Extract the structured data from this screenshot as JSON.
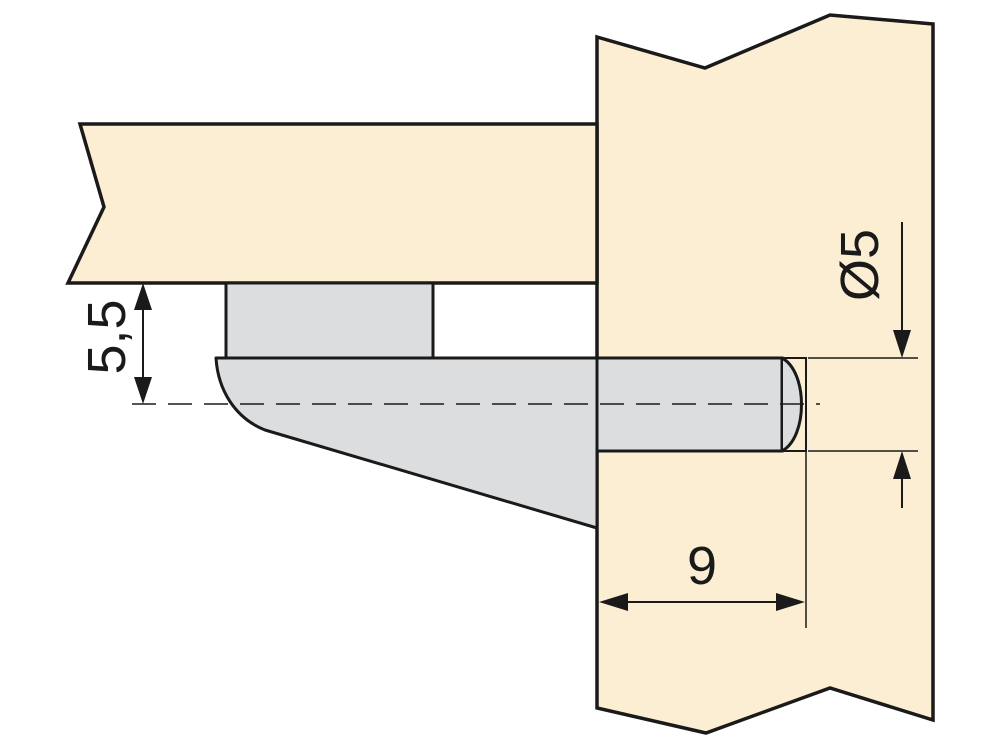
{
  "dimensions": {
    "height_label": "5,5",
    "depth_label": "9",
    "diameter_label": "Ø5"
  },
  "colors": {
    "wood": "#fbeed2",
    "metal": "#dcdddf",
    "line": "#1a1a1a"
  }
}
